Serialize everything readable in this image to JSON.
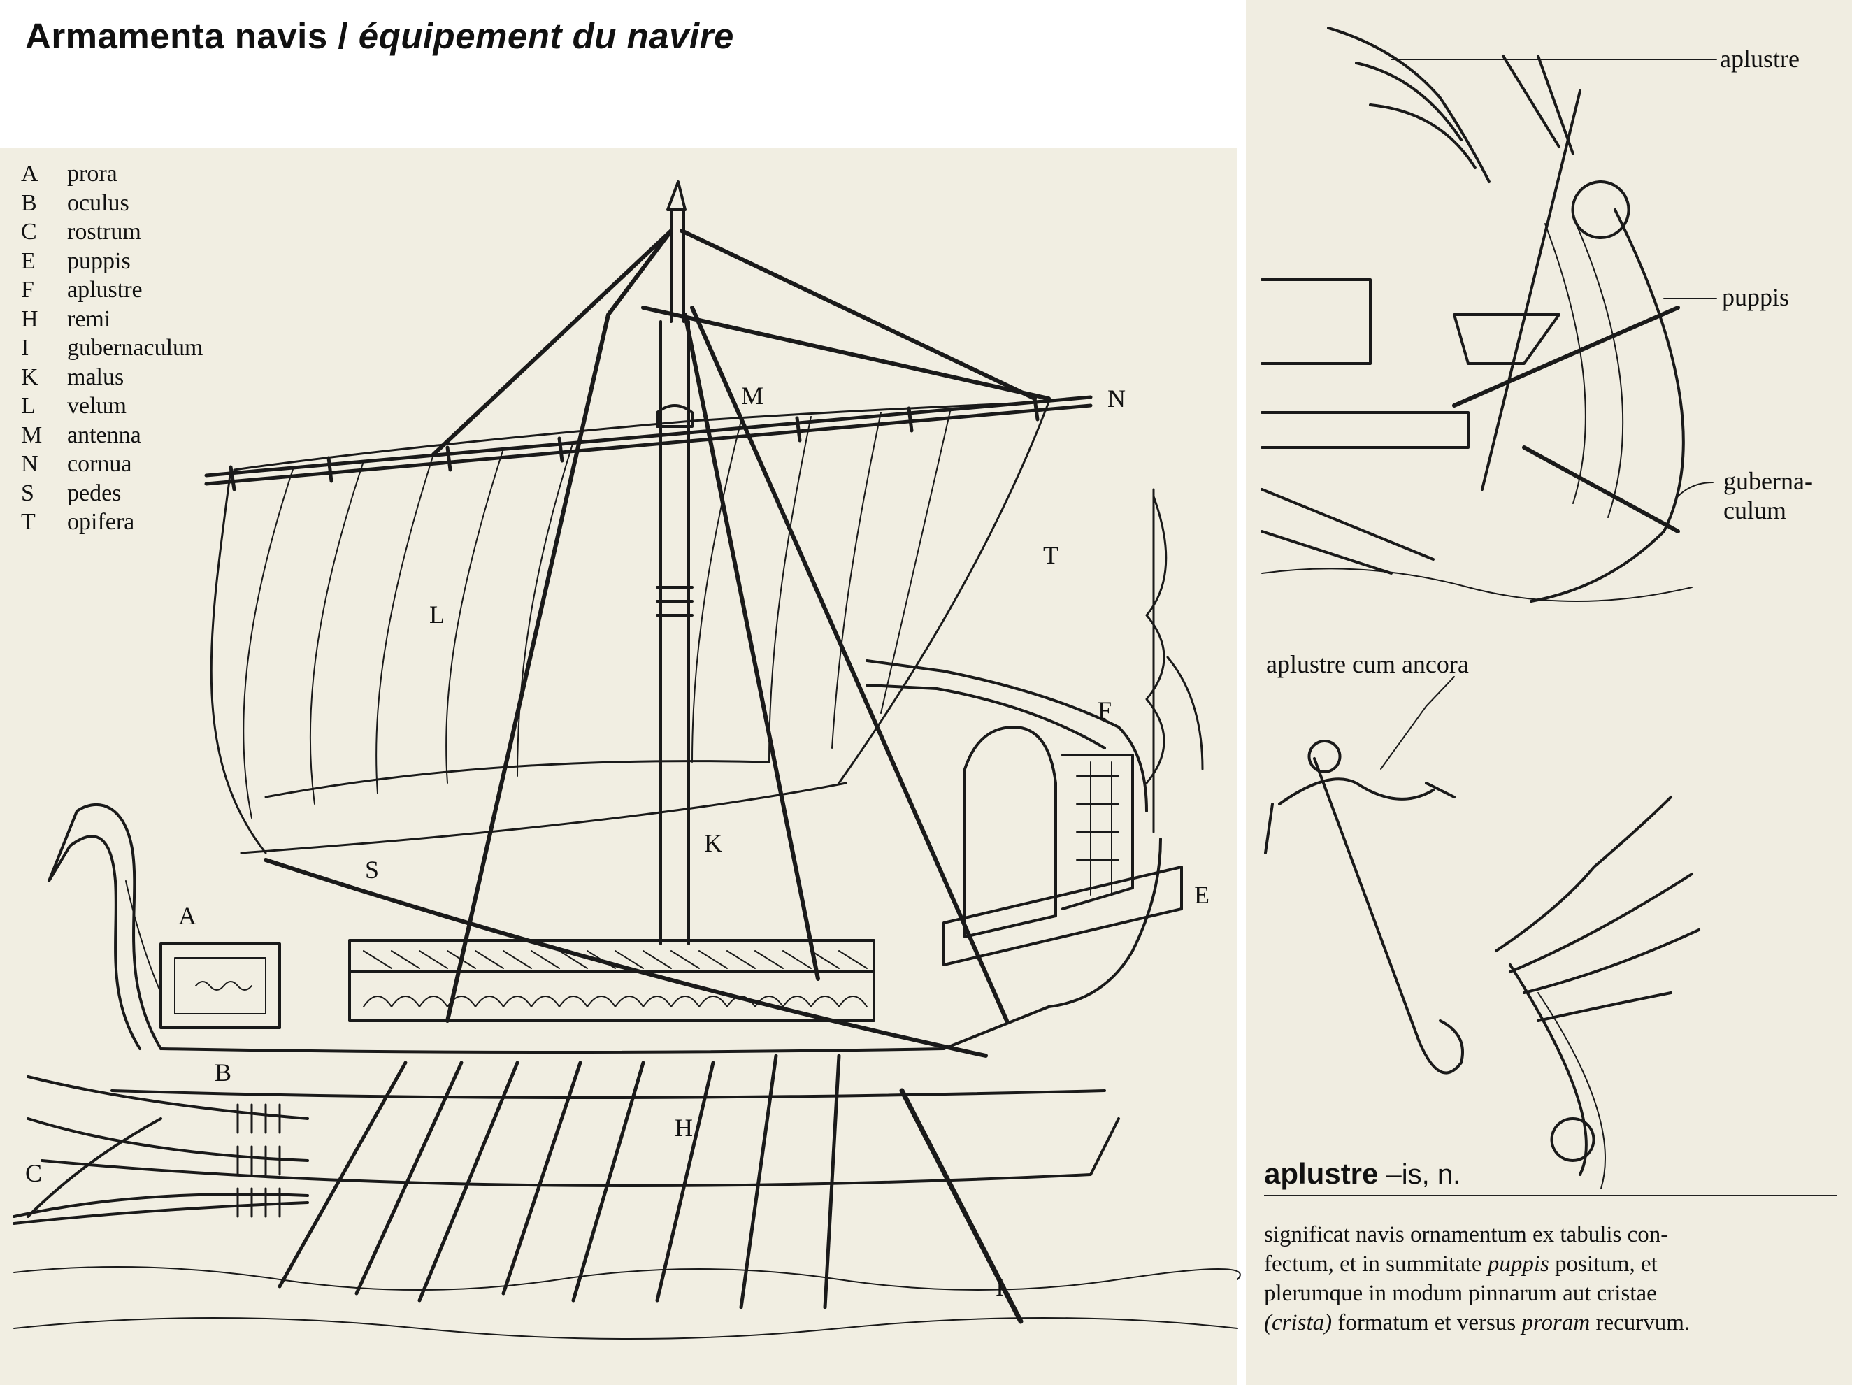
{
  "title": {
    "main": "Armamenta navis",
    "separator": " / ",
    "translation": "équipement du navire"
  },
  "legend": [
    {
      "key": "A",
      "term": "prora"
    },
    {
      "key": "B",
      "term": "oculus"
    },
    {
      "key": "C",
      "term": "rostrum"
    },
    {
      "key": "E",
      "term": "puppis"
    },
    {
      "key": "F",
      "term": "aplustre"
    },
    {
      "key": "H",
      "term": "remi"
    },
    {
      "key": "I",
      "term": "gubernaculum"
    },
    {
      "key": "K",
      "term": "malus"
    },
    {
      "key": "L",
      "term": "velum"
    },
    {
      "key": "M",
      "term": "antenna"
    },
    {
      "key": "N",
      "term": "cornua"
    },
    {
      "key": "S",
      "term": "pedes"
    },
    {
      "key": "T",
      "term": "opifera"
    }
  ],
  "ship_labels": {
    "A": "A",
    "B": "B",
    "C": "C",
    "E": "E",
    "F": "F",
    "H": "H",
    "I": "I",
    "K": "K",
    "L": "L",
    "M": "M",
    "N": "N",
    "S": "S",
    "T": "T"
  },
  "stern_labels": {
    "aplustre": "aplustre",
    "puppis": "puppis",
    "gubernaculum_1": "guberna-",
    "gubernaculum_2": "culum"
  },
  "anchor_label": "aplustre cum ancora",
  "entry": {
    "headword": "aplustre",
    "inflection": " –is, n.",
    "definition": {
      "l1": "significat navis ornamentum ex tabulis con-",
      "l2a": "fectum, et in summitate ",
      "l2b": "puppis",
      "l2c": " positum, et",
      "l3": "plerumque in modum pinnarum aut cristae",
      "l4a": "(crista)",
      "l4b": " formatum et versus ",
      "l4c": "proram",
      "l4d": " recurvum."
    }
  }
}
